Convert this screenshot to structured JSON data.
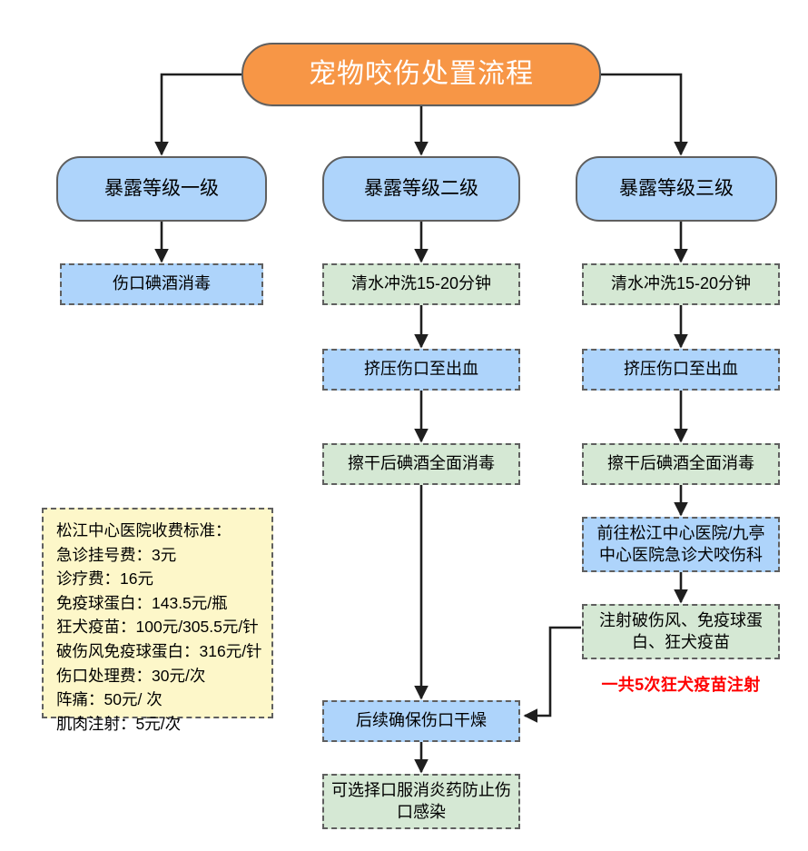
{
  "diagram": {
    "title_label": "宠物咬伤处置流程",
    "accent_colors": {
      "title_fill": "#f79646",
      "level_fill": "#aed4fb",
      "blue_fill": "#aed4fb",
      "green_fill": "#d5e8d4",
      "note_fill": "#fdf7c9",
      "border": "#5f5f5f",
      "connector": "#1f1f1f",
      "warning_text": "#ff0000"
    },
    "levels": {
      "level1_label": "暴露等级一级",
      "level2_label": "暴露等级二级",
      "level3_label": "暴露等级三级"
    },
    "branch1": {
      "step1_label": "伤口碘酒消毒"
    },
    "branch2": {
      "step1_label": "清水冲洗15-20分钟",
      "step2_label": "挤压伤口至出血",
      "step3_label": "擦干后碘酒全面消毒"
    },
    "branch3": {
      "step1_label": "清水冲洗15-20分钟",
      "step2_label": "挤压伤口至出血",
      "step3_label": "擦干后碘酒全面消毒",
      "step4_label": "前往松江中心医院/九亭中心医院急诊犬咬伤科",
      "step5_label": "注射破伤风、免疫球蛋白、狂犬疫苗",
      "warning_label": "一共5次狂犬疫苗注射"
    },
    "shared": {
      "dry_label": "后续确保伤口干燥",
      "antibiotic_label": "可选择口服消炎药防止伤口感染"
    },
    "fees": {
      "heading": "松江中心医院收费标准：",
      "lines": [
        "急诊挂号费：3元",
        "诊疗费：16元",
        "免疫球蛋白：143.5元/瓶",
        "狂犬疫苗：100元/305.5元/针",
        "破伤风免疫球蛋白：316元/针",
        "伤口处理费：30元/次",
        "阵痛：50元/ 次",
        "肌肉注射：5元/次"
      ]
    }
  }
}
